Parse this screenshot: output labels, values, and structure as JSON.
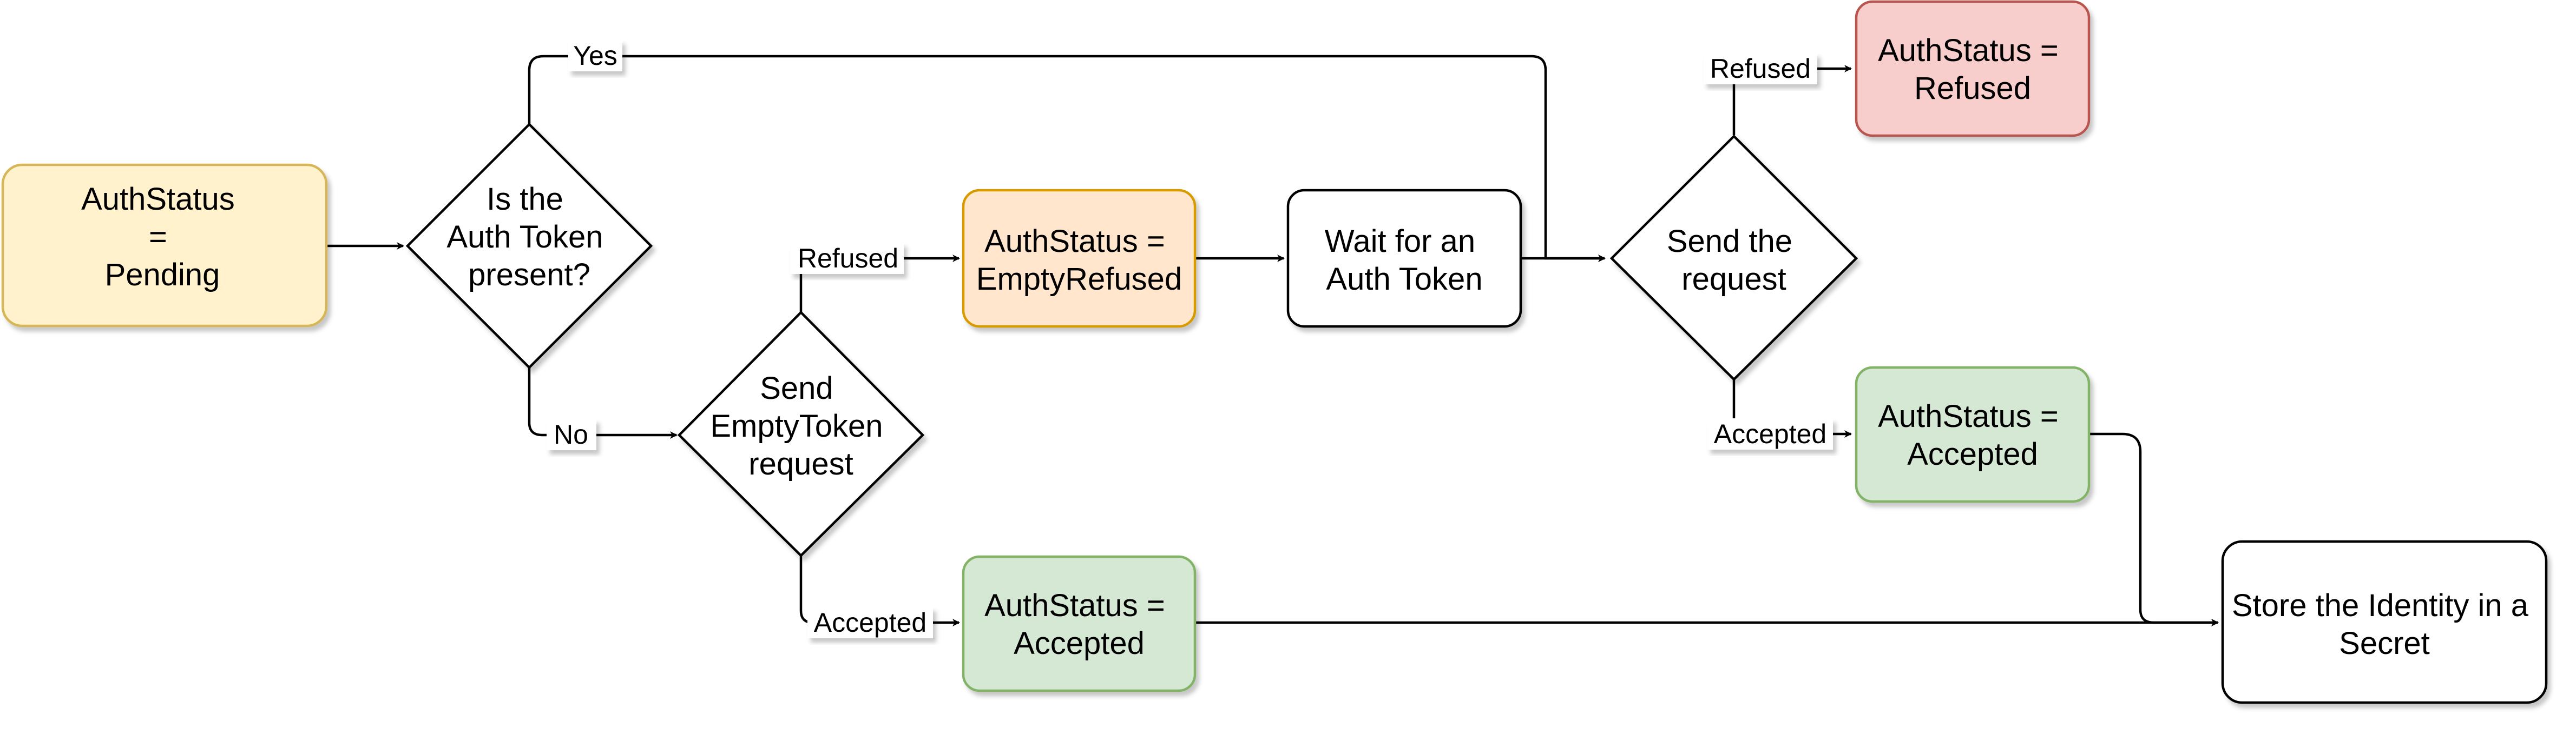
{
  "colors": {
    "pending_fill": "#fff2cc",
    "pending_stroke": "#d6b656",
    "empty_refused_fill": "#ffe6cc",
    "empty_refused_stroke": "#d79b00",
    "accepted_fill": "#d5e8d4",
    "accepted_stroke": "#82b366",
    "refused_fill": "#f8cecc",
    "refused_stroke": "#b85450",
    "plain_fill": "#ffffff",
    "plain_stroke": "#000000",
    "edge": "#000000"
  },
  "nodes": {
    "pending": {
      "lines": [
        "AuthStatus",
        "=",
        "Pending"
      ]
    },
    "token_present": {
      "lines": [
        "Is the",
        "Auth Token",
        "present?"
      ]
    },
    "send_empty": {
      "lines": [
        "Send",
        "EmptyToken",
        "request"
      ]
    },
    "empty_refused": {
      "lines": [
        "AuthStatus =",
        "EmptyRefused"
      ]
    },
    "wait_token": {
      "lines": [
        "Wait for an",
        "Auth Token"
      ]
    },
    "send_request": {
      "lines": [
        "Send the",
        "request"
      ]
    },
    "refused": {
      "lines": [
        "AuthStatus =",
        "Refused"
      ]
    },
    "accepted_top": {
      "lines": [
        "AuthStatus =",
        "Accepted"
      ]
    },
    "accepted_bottom": {
      "lines": [
        "AuthStatus =",
        "Accepted"
      ]
    },
    "store_identity": {
      "lines": [
        "Store the Identity in a",
        "Secret"
      ]
    }
  },
  "edge_labels": {
    "yes": "Yes",
    "no": "No",
    "refused_empty": "Refused",
    "accepted_empty": "Accepted",
    "refused_request": "Refused",
    "accepted_request": "Accepted"
  }
}
